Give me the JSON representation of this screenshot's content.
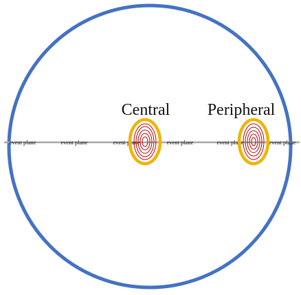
{
  "colors": {
    "outer_circle": "#4472c4",
    "event_plane_line": "#a6a6a6",
    "region_outline": "#f0b400",
    "contour": "#c00000"
  },
  "event_plane": {
    "labels": [
      "event plane",
      "event plane",
      "event plane",
      "event plane",
      "event plane",
      "event plane"
    ]
  },
  "regions": [
    {
      "label": "Central"
    },
    {
      "label": "Peripheral"
    }
  ]
}
